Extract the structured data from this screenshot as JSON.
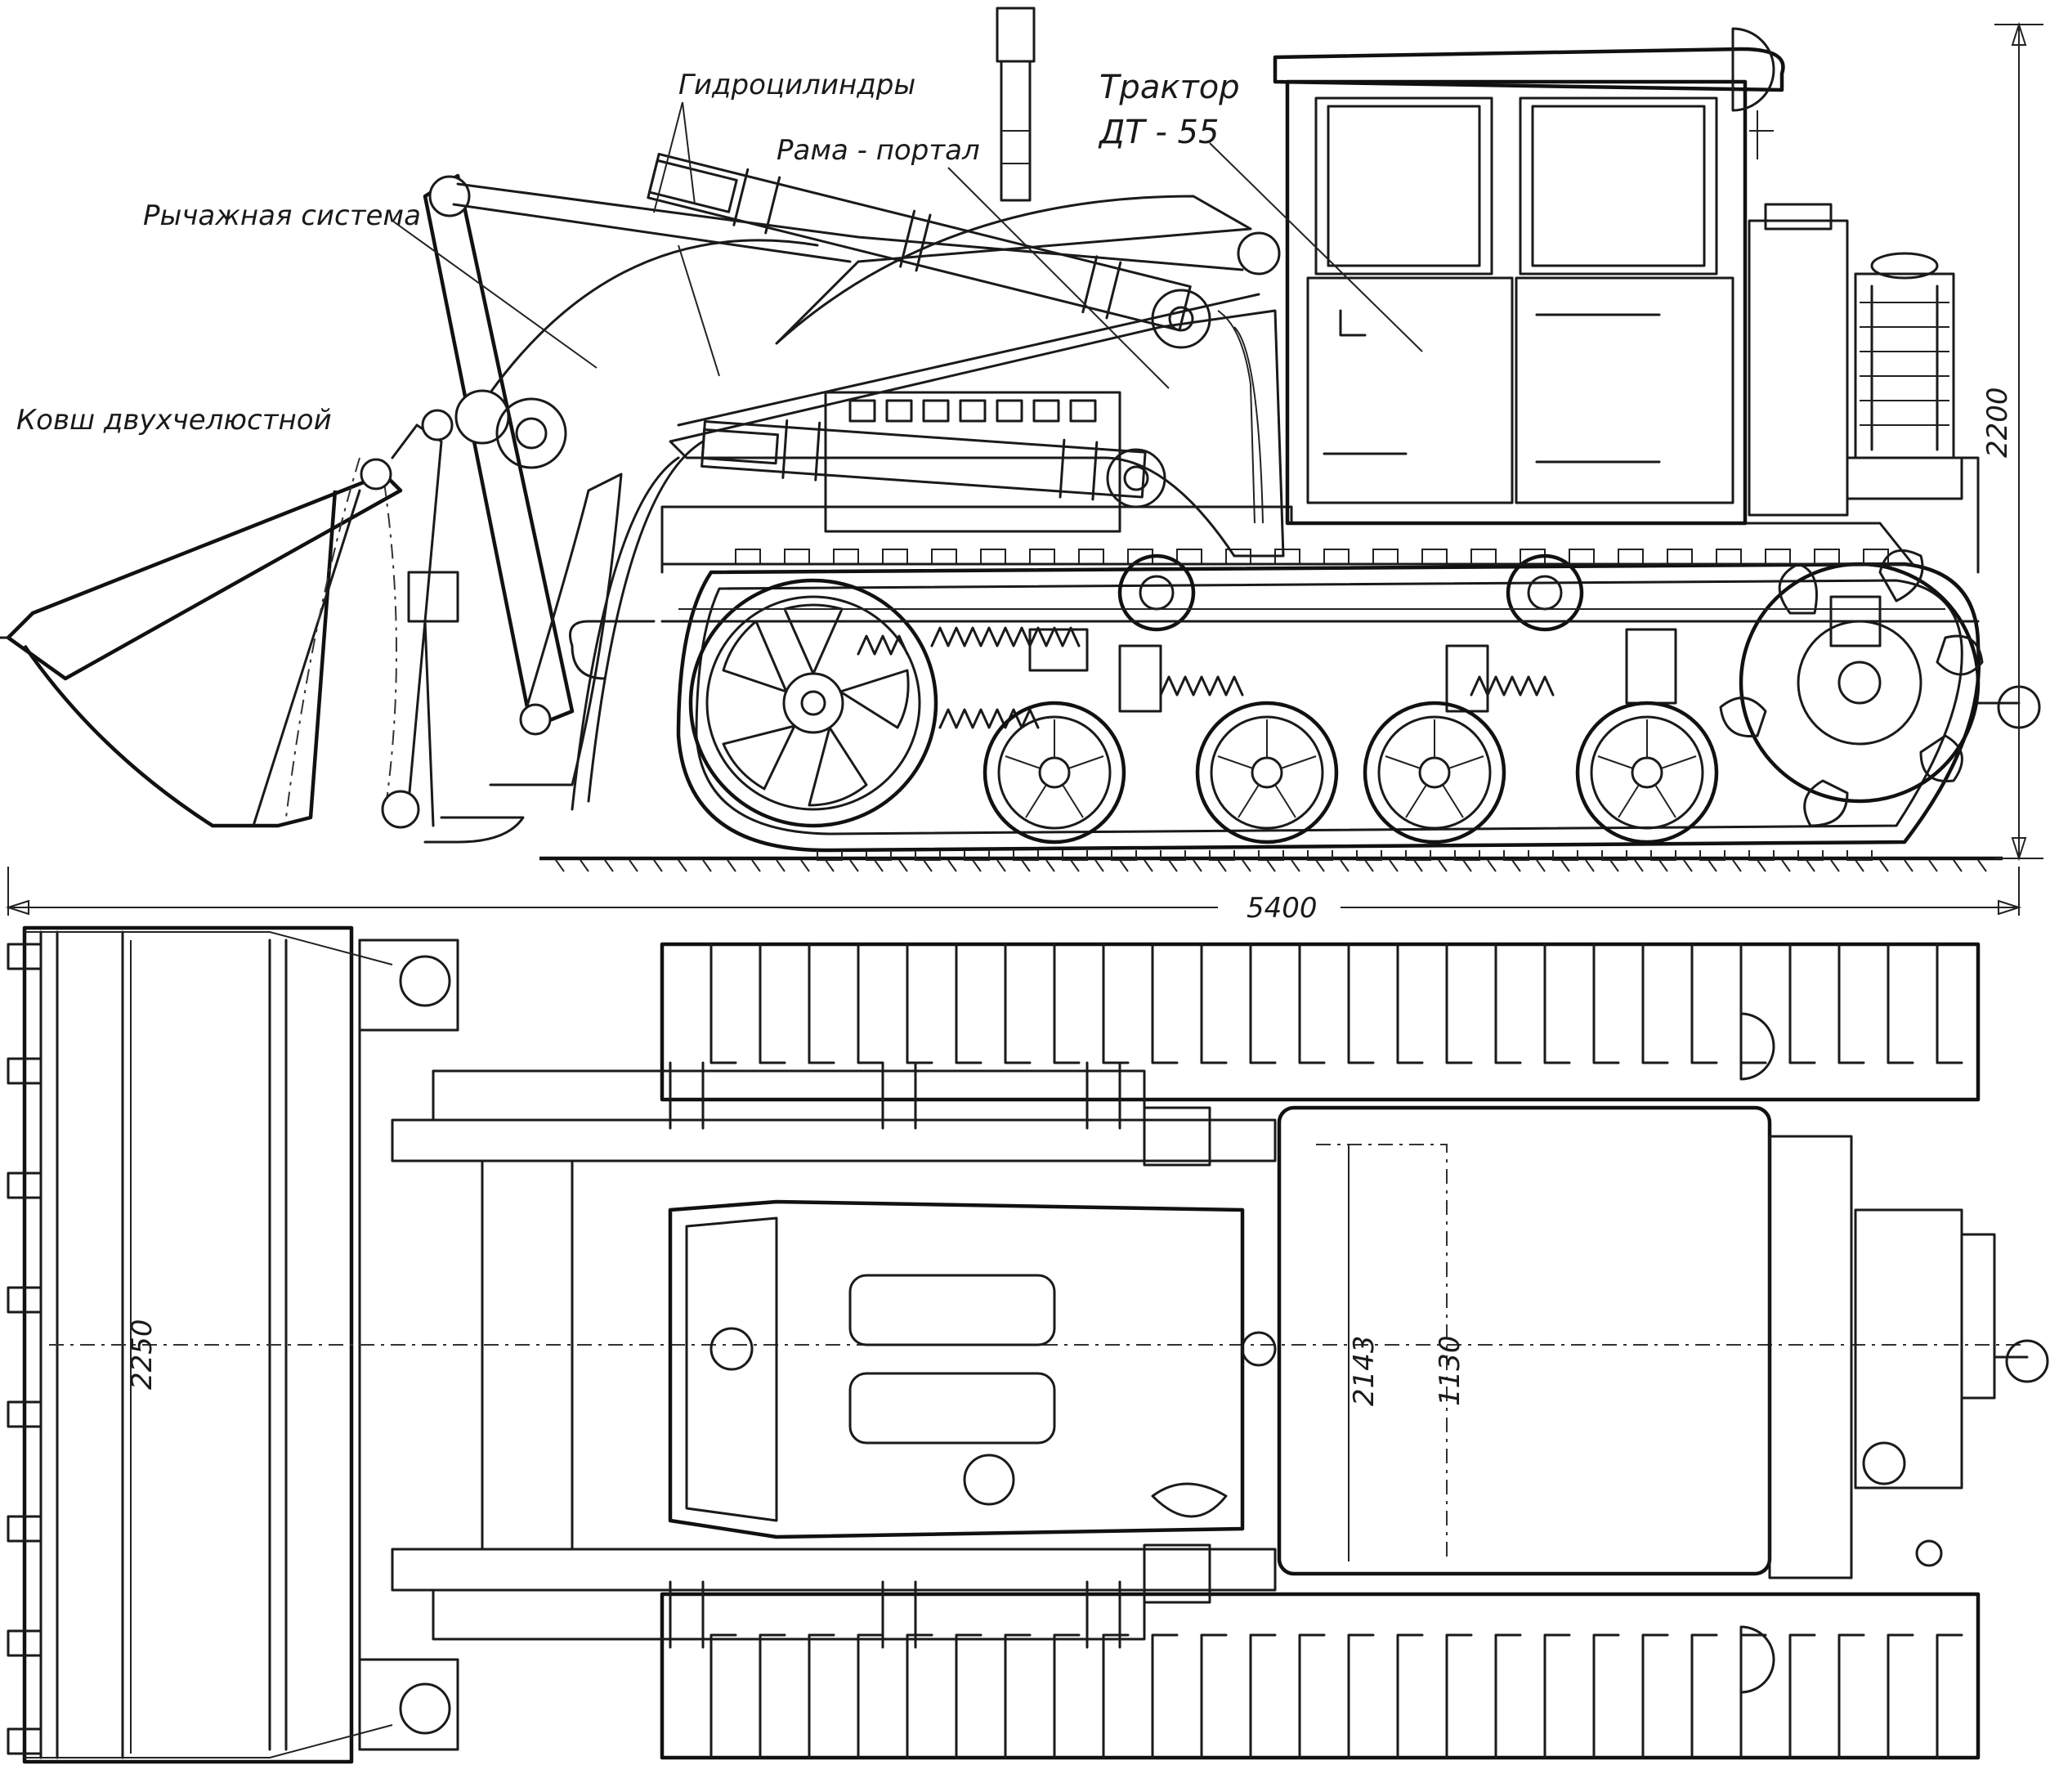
{
  "labels": {
    "hydro": "Гидроцилиндры",
    "frame": "Рама - портал",
    "tractor_line1": "Трактор",
    "tractor_line2": "ДТ - 55",
    "lever": "Рычажная система",
    "bucket": "Ковш двухчелюстной"
  },
  "dimensions": {
    "height": "2200",
    "length": "5400",
    "bucket_width": "2250",
    "track_width": "2143",
    "gauge": "1130"
  },
  "icons": {
    "road_wheel": "road-wheel-icon",
    "sprocket": "drive-sprocket-icon",
    "idler": "idler-wheel-icon"
  }
}
